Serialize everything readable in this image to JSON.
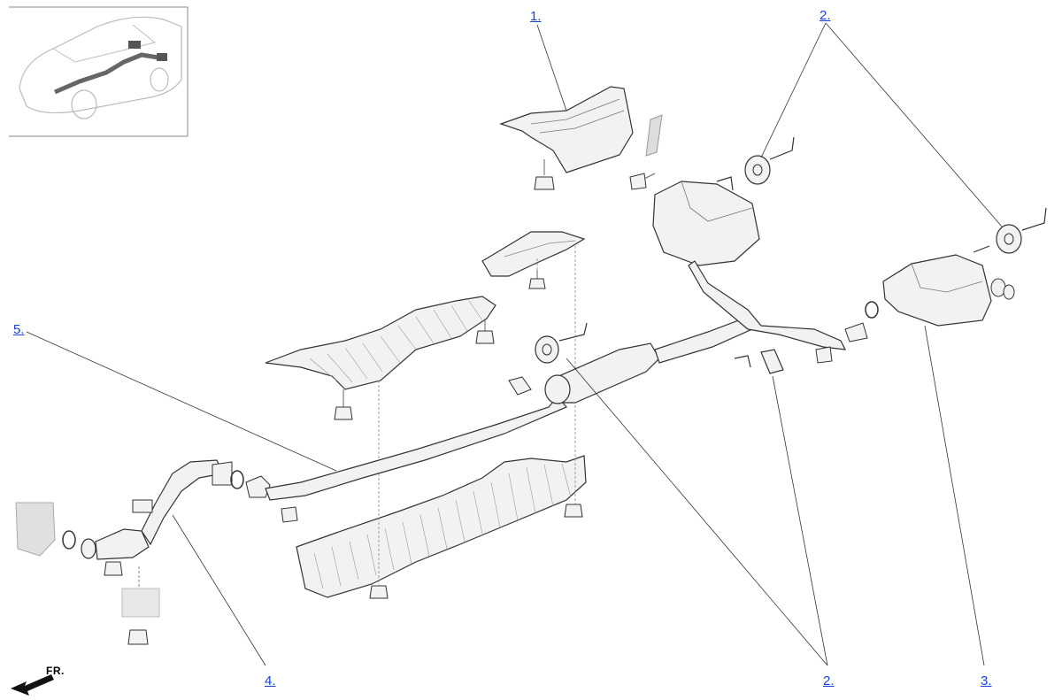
{
  "callouts": [
    {
      "id": "c1",
      "label": "1.",
      "part": "upper-heat-shield"
    },
    {
      "id": "c2a",
      "label": "2.",
      "part": "rubber-mounts-rear"
    },
    {
      "id": "c2b",
      "label": "2.",
      "part": "rubber-mounts-center"
    },
    {
      "id": "c3",
      "label": "3.",
      "part": "rear-muffler"
    },
    {
      "id": "c4",
      "label": "4.",
      "part": "front-pipe"
    },
    {
      "id": "c5",
      "label": "5.",
      "part": "center-pipe"
    }
  ],
  "direction_label": "FR.",
  "colors": {
    "link": "#1a3ed8",
    "line": "#333333",
    "part_fill": "#f2f2f2",
    "shaded": "#cccccc"
  }
}
